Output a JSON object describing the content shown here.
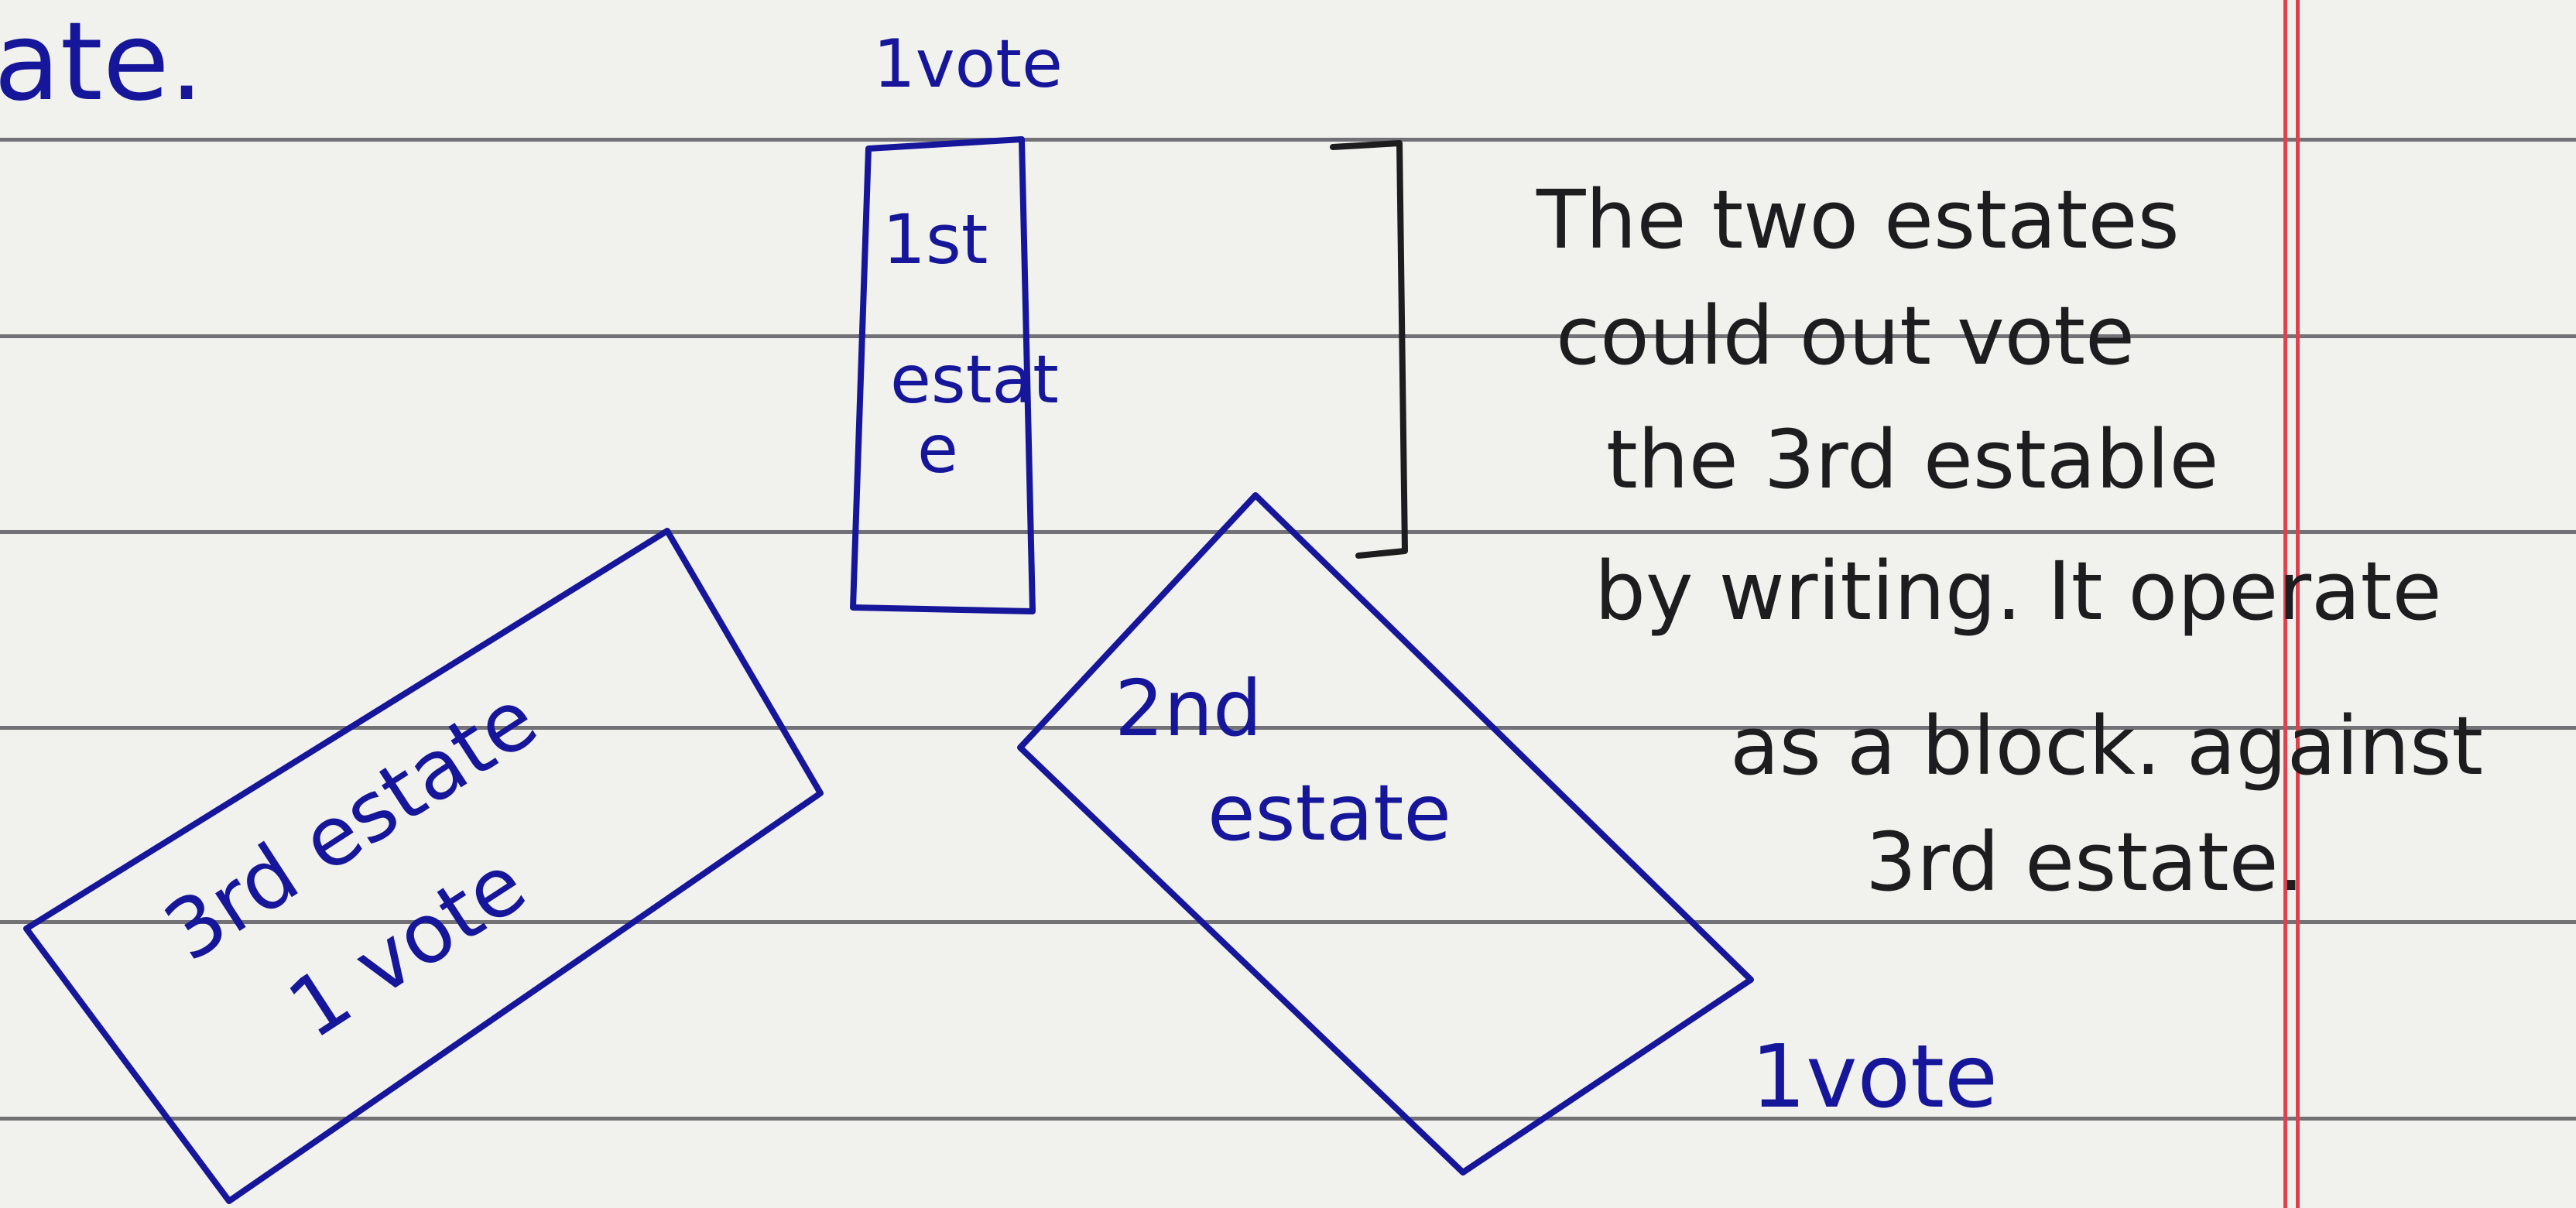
{
  "colors": {
    "paper": "#f1f1ee",
    "rule_line": "#56565c",
    "margin_line": "#e0414e",
    "blue_ink": "#16169a",
    "black_ink": "#1d1d1f"
  },
  "fragment": {
    "text": "ate."
  },
  "box_first_estate": {
    "vote": "1vote",
    "line1": "1st",
    "line2": "estat",
    "line3": "e"
  },
  "box_third_estate": {
    "line1": "3rd estate",
    "line2": "1 vote"
  },
  "box_second_estate": {
    "line1": "2nd",
    "line2": "estate",
    "vote": "1vote"
  },
  "note": {
    "lines": [
      "The two estates",
      "could out vote",
      "the 3rd estable",
      "by writing. It operate",
      "as a block. against",
      "3rd estate."
    ]
  }
}
